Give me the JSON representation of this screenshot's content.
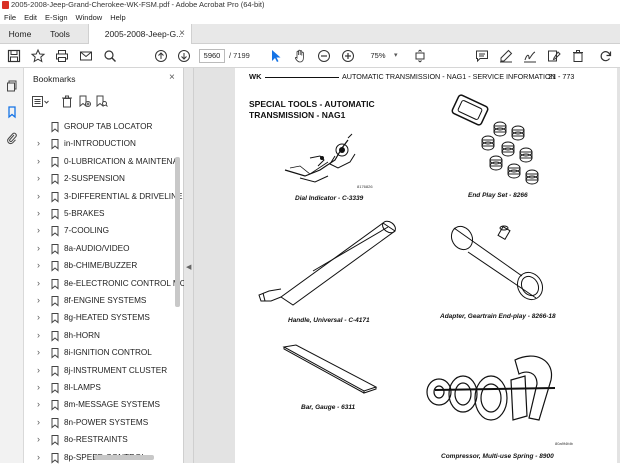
{
  "window": {
    "title": "2005-2008-Jeep-Grand-Cherokee-WK-FSM.pdf - Adobe Acrobat Pro (64-bit)"
  },
  "menu": [
    "File",
    "Edit",
    "E-Sign",
    "Window",
    "Help"
  ],
  "tabs": {
    "home": "Home",
    "tools": "Tools",
    "document": "2005-2008-Jeep-G...",
    "close": "×"
  },
  "toolbar": {
    "page_current": "5960",
    "page_total": "/ 7199",
    "zoom": "75%"
  },
  "bookmarks": {
    "title": "Bookmarks",
    "close": "×",
    "items": [
      {
        "label": "GROUP TAB LOCATOR",
        "expandable": false
      },
      {
        "label": "in-INTRODUCTION",
        "expandable": true
      },
      {
        "label": "0-LUBRICATION & MAINTENA",
        "expandable": true
      },
      {
        "label": "2-SUSPENSION",
        "expandable": true
      },
      {
        "label": "3-DIFFERENTIAL & DRIVELINE",
        "expandable": true
      },
      {
        "label": "5-BRAKES",
        "expandable": true
      },
      {
        "label": "7-COOLING",
        "expandable": true
      },
      {
        "label": "8a-AUDIO/VIDEO",
        "expandable": true
      },
      {
        "label": "8b-CHIME/BUZZER",
        "expandable": true
      },
      {
        "label": "8e-ELECTRONIC CONTROL MC",
        "expandable": true
      },
      {
        "label": "8f-ENGINE SYSTEMS",
        "expandable": true
      },
      {
        "label": "8g-HEATED SYSTEMS",
        "expandable": true
      },
      {
        "label": "8h-HORN",
        "expandable": true
      },
      {
        "label": "8i-IGNITION CONTROL",
        "expandable": true
      },
      {
        "label": "8j-INSTRUMENT CLUSTER",
        "expandable": true
      },
      {
        "label": "8l-LAMPS",
        "expandable": true
      },
      {
        "label": "8m-MESSAGE SYSTEMS",
        "expandable": true
      },
      {
        "label": "8n-POWER SYSTEMS",
        "expandable": true
      },
      {
        "label": "8o-RESTRAINTS",
        "expandable": true
      },
      {
        "label": "8p-SPEED CONTROL",
        "expandable": true
      }
    ]
  },
  "document": {
    "header_left": "WK",
    "header_right": "AUTOMATIC TRANSMISSION - NAG1 - SERVICE INFORMATION",
    "header_page": "21 - 773",
    "section_title_line1": "SPECIAL TOOLS - AUTOMATIC",
    "section_title_line2": "TRANSMISSION - NAG1",
    "captions": {
      "dial_indicator": "Dial Indicator - C-3339",
      "end_play_set": "End Play Set - 8266",
      "handle": "Handle, Universal - C-4171",
      "adapter": "Adapter, Geartrain End-play - 8266-18",
      "bar_gauge": "Bar, Gauge - 6311",
      "compressor": "Compressor, Multi-use Spring - 8900"
    },
    "fig_tags": {
      "dial": "8176826",
      "comp": "80a9f4fdb"
    }
  },
  "colors": {
    "accent_blue": "#1473e6",
    "flag": "#444444",
    "page_bg": "#e3e3e3"
  }
}
